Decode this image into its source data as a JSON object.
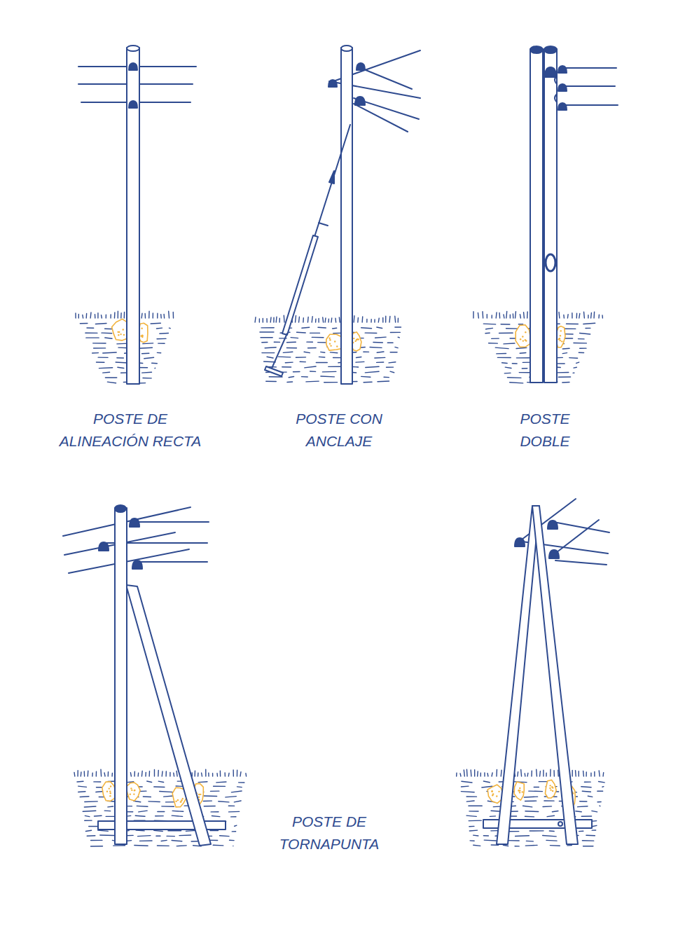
{
  "diagram": {
    "labels": [
      "POSTE DE ALINEACIÓN RECTA",
      "POSTE CON ANCLAJE",
      "POSTE DOBLE",
      "POSTE DE TORNAPUNTA"
    ]
  }
}
